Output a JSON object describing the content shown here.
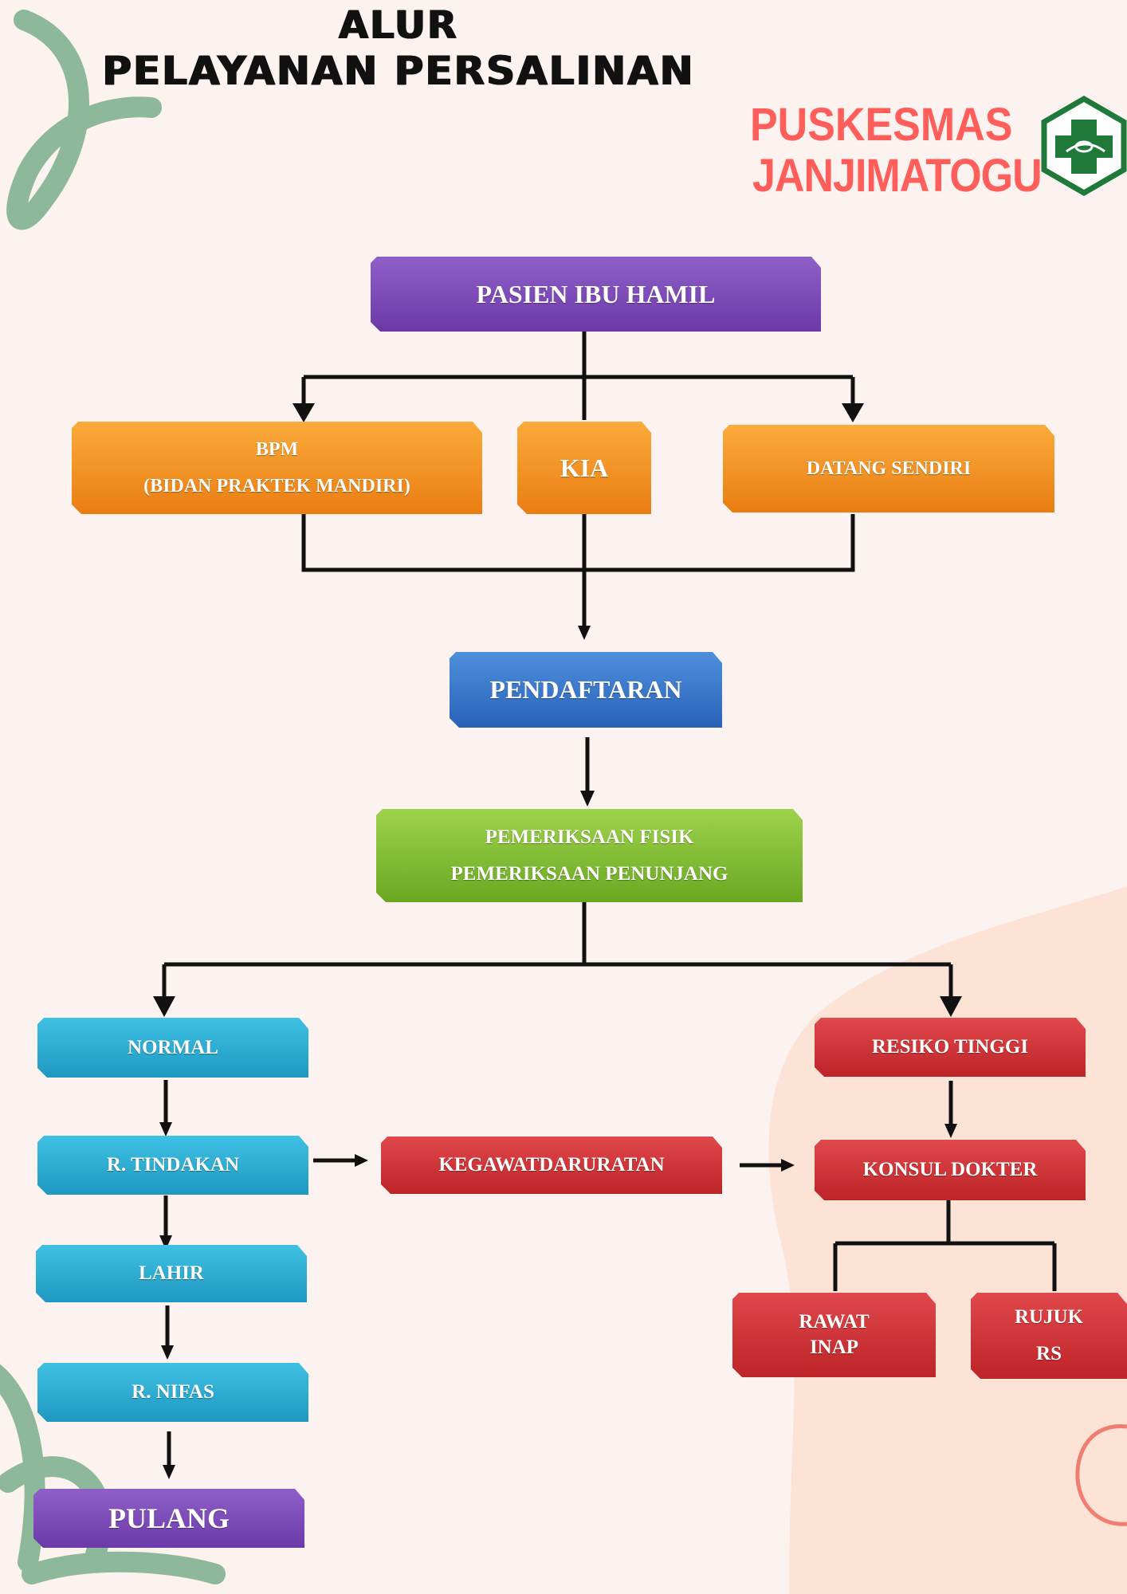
{
  "header": {
    "title_line1": "ALUR",
    "title_line2": "PELAYANAN PERSALINAN",
    "org_line1": "PUSKESMAS",
    "org_line2": "JANJIMATOGU"
  },
  "colors": {
    "background": "#fcf2ef",
    "accent_text": "#ff5e5b",
    "logo_green": "#1f7a3a",
    "purple": "#7a48b6",
    "orange": "#f59628",
    "blue": "#3a78cc",
    "green": "#86c13a",
    "cyan": "#2eadd3",
    "red": "#cf3336"
  },
  "flow": {
    "pasien": "PASIEN IBU HAMIL",
    "bpm_line1": "BPM",
    "bpm_line2": "(BIDAN PRAKTEK MANDIRI)",
    "kia": "KIA",
    "datang_sendiri": "DATANG SENDIRI",
    "pendaftaran": "PENDAFTARAN",
    "pemeriksaan_line1": "PEMERIKSAAN FISIK",
    "pemeriksaan_line2": "PEMERIKSAAN PENUNJANG",
    "normal": "NORMAL",
    "r_tindakan": "R. TINDAKAN",
    "lahir": "LAHIR",
    "r_nifas": "R. NIFAS",
    "pulang": "PULANG",
    "kegawatdaruratan": "KEGAWATDARURATAN",
    "resiko_tinggi": "RESIKO TINGGI",
    "konsul_dokter": "KONSUL DOKTER",
    "rawat_line1": "RAWAT",
    "rawat_line2": "INAP",
    "rujuk_line1": "RUJUK",
    "rujuk_line2": "RS"
  }
}
